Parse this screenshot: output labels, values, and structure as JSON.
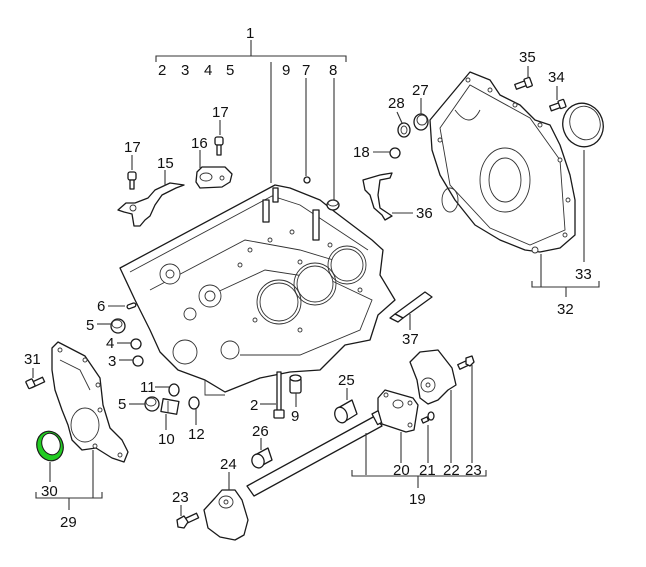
{
  "title": "Engine crankcase / block assembly parts diagram",
  "accent_colors": {
    "highlight_part": "#22cc22",
    "line": "#1a1a1a",
    "background": "#ffffff"
  },
  "callouts": [
    {
      "id": "1",
      "text": "1"
    },
    {
      "id": "2a",
      "text": "2"
    },
    {
      "id": "3a",
      "text": "3"
    },
    {
      "id": "4a",
      "text": "4"
    },
    {
      "id": "5a",
      "text": "5"
    },
    {
      "id": "9a",
      "text": "9"
    },
    {
      "id": "7",
      "text": "7"
    },
    {
      "id": "8",
      "text": "8"
    },
    {
      "id": "17a",
      "text": "17"
    },
    {
      "id": "17b",
      "text": "17"
    },
    {
      "id": "16",
      "text": "16"
    },
    {
      "id": "15",
      "text": "15"
    },
    {
      "id": "35",
      "text": "35"
    },
    {
      "id": "34",
      "text": "34"
    },
    {
      "id": "28",
      "text": "28"
    },
    {
      "id": "27",
      "text": "27"
    },
    {
      "id": "18",
      "text": "18"
    },
    {
      "id": "36",
      "text": "36"
    },
    {
      "id": "33",
      "text": "33"
    },
    {
      "id": "32",
      "text": "32"
    },
    {
      "id": "37",
      "text": "37"
    },
    {
      "id": "6",
      "text": "6"
    },
    {
      "id": "5b",
      "text": "5"
    },
    {
      "id": "4b",
      "text": "4"
    },
    {
      "id": "3b",
      "text": "3"
    },
    {
      "id": "31",
      "text": "31"
    },
    {
      "id": "11",
      "text": "11"
    },
    {
      "id": "5c",
      "text": "5"
    },
    {
      "id": "10",
      "text": "10"
    },
    {
      "id": "12",
      "text": "12"
    },
    {
      "id": "2b",
      "text": "2"
    },
    {
      "id": "9b",
      "text": "9"
    },
    {
      "id": "25",
      "text": "25"
    },
    {
      "id": "26",
      "text": "26"
    },
    {
      "id": "24",
      "text": "24"
    },
    {
      "id": "23a",
      "text": "23"
    },
    {
      "id": "20",
      "text": "20"
    },
    {
      "id": "21",
      "text": "21"
    },
    {
      "id": "22",
      "text": "22"
    },
    {
      "id": "23b",
      "text": "23"
    },
    {
      "id": "19",
      "text": "19"
    },
    {
      "id": "30",
      "text": "30"
    },
    {
      "id": "29",
      "text": "29"
    }
  ]
}
